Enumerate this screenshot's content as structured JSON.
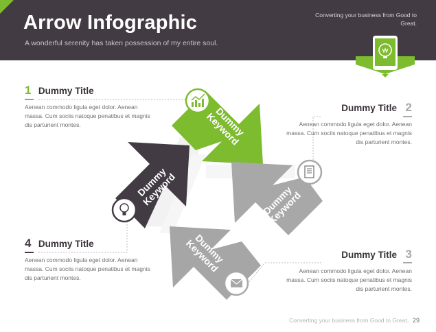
{
  "header": {
    "title": "Arrow Infographic",
    "subtitle": "A wonderful serenity has taken possession of my entire soul.",
    "tagline": "Converting your business from Good to Great."
  },
  "blocks": [
    {
      "number": "1",
      "title": "Dummy Title",
      "body": "Aenean commodo ligula eget dolor. Aenean massa. Cum sociis natoque penatibus et magnis dis parturient montes."
    },
    {
      "number": "2",
      "title": "Dummy Title",
      "body": "Aenean commodo ligula eget dolor. Aenean massa. Cum sociis natoque penatibus et magnis dis parturient montes."
    },
    {
      "number": "3",
      "title": "Dummy Title",
      "body": "Aenean commodo ligula eget dolor. Aenean massa. Cum sociis natoque penatibus et magnis dis parturient montes."
    },
    {
      "number": "4",
      "title": "Dummy Title",
      "body": "Aenean commodo ligula eget dolor. Aenean massa. Cum sociis natoque penatibus et magnis dis parturient montes."
    }
  ],
  "arrows": [
    {
      "line1": "Dummy",
      "line2": "Keyword",
      "color": "#7dbb2f"
    },
    {
      "line1": "Dummy",
      "line2": "Keyword",
      "color": "#a8a8a8"
    },
    {
      "line1": "Dummy",
      "line2": "Keyword",
      "color": "#a8a8a8"
    },
    {
      "line1": "Dummy",
      "line2": "Keyword",
      "color": "#433b43"
    }
  ],
  "icons": [
    "chart-icon",
    "document-icon",
    "mail-icon",
    "lightbulb-icon"
  ],
  "footer": {
    "text": "Converting your business from Good to Great.",
    "page": "29"
  },
  "colors": {
    "green": "#7dbb2f",
    "purple": "#433b43",
    "gray": "#a8a8a8"
  }
}
